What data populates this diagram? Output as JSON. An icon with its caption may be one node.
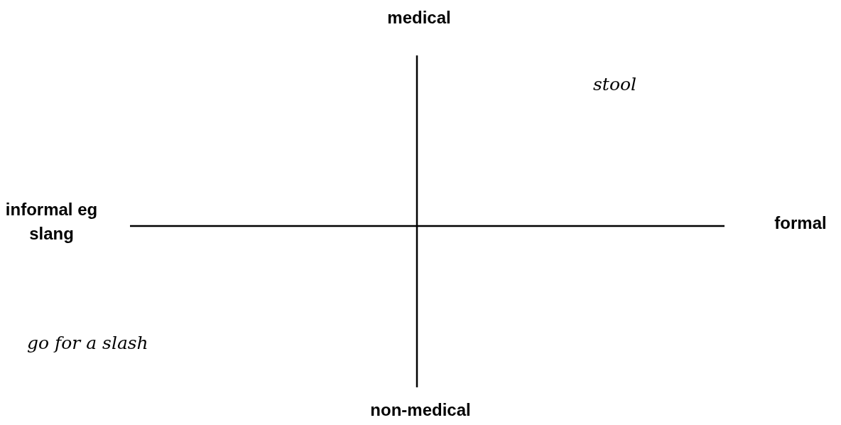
{
  "diagram": {
    "labels": [
      "medical",
      "stool",
      "informal eg slang",
      "formal",
      "go for a slash",
      "non-medical"
    ]
  }
}
